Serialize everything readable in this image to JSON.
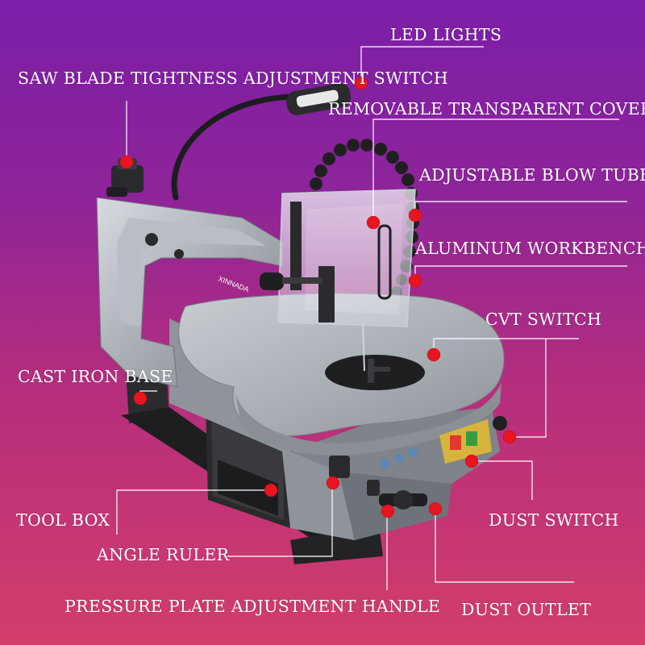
{
  "labels": {
    "led_lights": "LED LIGHTS",
    "saw_blade_tightness": "SAW BLADE TIGHTNESS ADJUSTMENT SWITCH",
    "removable_cover": "REMOVABLE TRANSPARENT COVER",
    "blow_tube": "ADJUSTABLE BLOW TUBE",
    "aluminum_workbench": "ALUMINUM WORKBENCH",
    "cvt_switch": "CVT SWITCH",
    "cast_iron_base": "CAST IRON BASE",
    "tool_box": "TOOL BOX",
    "dust_switch": "DUST SWITCH",
    "angle_ruler": "ANGLE RULER",
    "pressure_plate_handle": "PRESSURE PLATE ADJUSTMENT HANDLE",
    "dust_outlet": "DUST OUTLET"
  },
  "brand_mark": "XINNADA",
  "colors": {
    "background_top": "#7b1ea8",
    "background_bottom": "#d23d6a",
    "callout_dot": "#e8141f",
    "label_text": "#ffffff"
  }
}
